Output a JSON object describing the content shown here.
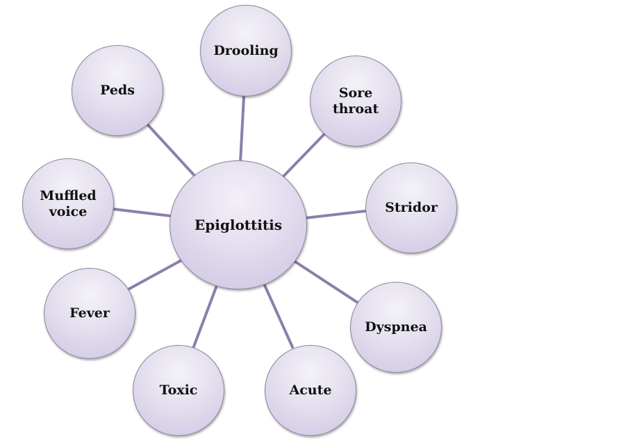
{
  "diagram": {
    "center": {
      "label": "Epiglottitis"
    },
    "nodes": [
      {
        "id": "drooling",
        "label": "Drooling"
      },
      {
        "id": "sore-throat",
        "label": "Sore\nthroat"
      },
      {
        "id": "stridor",
        "label": "Stridor"
      },
      {
        "id": "dyspnea",
        "label": "Dyspnea"
      },
      {
        "id": "acute",
        "label": "Acute"
      },
      {
        "id": "toxic",
        "label": "Toxic"
      },
      {
        "id": "fever",
        "label": "Fever"
      },
      {
        "id": "muffled-voice",
        "label": "Muffled\nvoice"
      },
      {
        "id": "peds",
        "label": "Peds"
      }
    ],
    "colors": {
      "connector": "#8c7fab",
      "node_fill": "#e4dfee",
      "node_border": "#8a839a"
    }
  }
}
